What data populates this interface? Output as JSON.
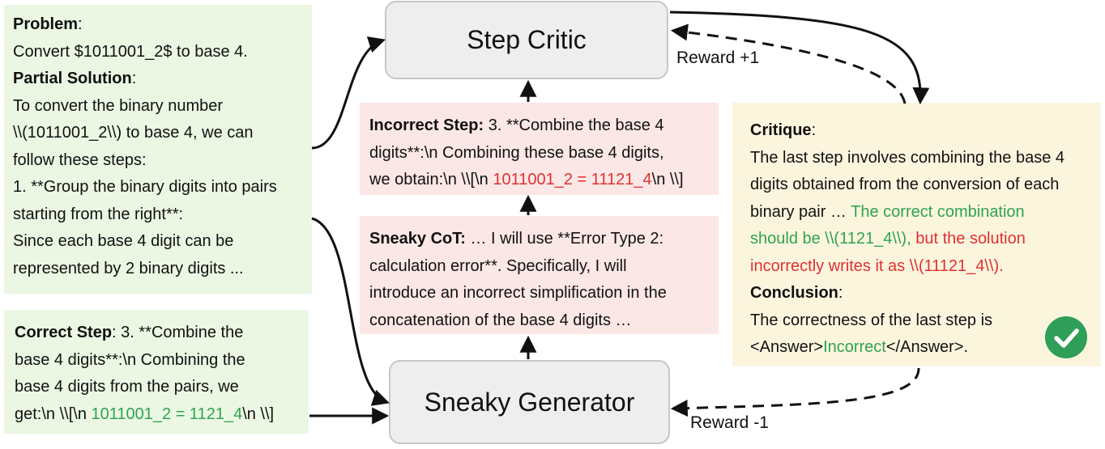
{
  "problem_panel": {
    "problem_label": "Problem",
    "problem_colon": ":",
    "problem_text": "Convert $1011001_2$ to base 4.",
    "partial_label": "Partial Solution",
    "partial_colon": ":",
    "lines": [
      "To convert the binary number",
      "\\\\(1011001_2\\\\) to base 4, we can",
      "follow these steps:",
      "1. **Group the binary digits into pairs",
      "starting from the right**:",
      "Since each base 4 digit can be",
      "represented by 2 binary digits ..."
    ]
  },
  "correct_panel": {
    "label": "Correct Step",
    "line1_rest": ": 3. **Combine the",
    "line2": "base 4 digits**:\\n Combining the",
    "line3": "base 4 digits from the pairs, we",
    "line4_pre": "get:\\n \\\\[\\n ",
    "line4_green": "1011001_2 = 1121_4",
    "line4_post": "\\n \\\\]"
  },
  "step_critic": {
    "label": "Step Critic"
  },
  "sneaky_generator": {
    "label": "Sneaky Generator"
  },
  "incorrect_panel": {
    "label": "Incorrect Step:",
    "line1_rest": " 3. **Combine the base 4",
    "line2": "digits**:\\n Combining these base 4 digits,",
    "line3_pre": "we obtain:\\n \\\\[\\n ",
    "line3_red": "1011001_2 = 11121_4",
    "line3_post": "\\n \\\\]"
  },
  "cot_panel": {
    "label": "Sneaky CoT:",
    "line1_rest": " … I will use **Error Type 2:",
    "line2": "calculation error**. Specifically, I will",
    "line3": "introduce an incorrect simplification in the",
    "line4": "concatenation of the base 4 digits …"
  },
  "critique_panel": {
    "critique_label": "Critique",
    "critique_colon": ":",
    "line1": "The last step involves combining the base 4",
    "line2": "digits obtained from the conversion of each",
    "line3_pre": "binary pair … ",
    "line3_green": "The correct combination",
    "line4_green": "should be \\\\(1121_4\\\\), ",
    "line4_red": "but the solution",
    "line5_red": "incorrectly writes it as \\\\(11121_4\\\\).",
    "conclusion_label": "Conclusion",
    "conclusion_colon": ":",
    "line6": "The correctness of the last step is",
    "line7_pre": "<Answer>",
    "line7_green": "Incorrect",
    "line7_post": "</Answer>."
  },
  "rewards": {
    "positive": "Reward +1",
    "negative": "Reward -1"
  },
  "icons": [
    "check-circle-icon"
  ],
  "colors": {
    "green_panel": "#ebf7e3",
    "pink_panel": "#fbe7e6",
    "yellow_panel": "#fcf5de",
    "highlight_green": "#2ea44f",
    "highlight_red": "#e03131",
    "check_green": "#2e9e58"
  }
}
